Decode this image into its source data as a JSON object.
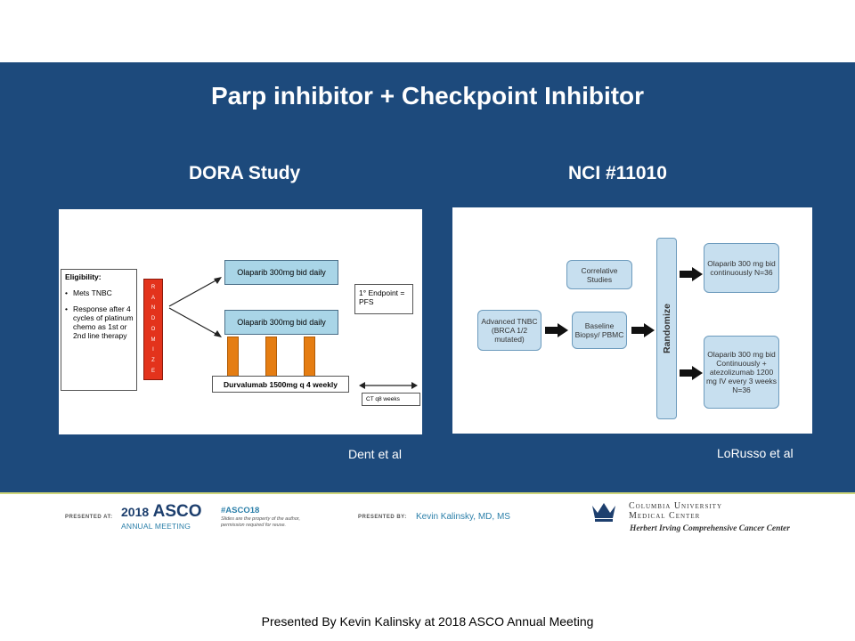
{
  "slide": {
    "title": "Parp inhibitor + Checkpoint Inhibitor",
    "left_heading": "DORA Study",
    "right_heading": "NCI #11010",
    "left_credit": "Dent et al",
    "right_credit": "LoRusso et al"
  },
  "dora": {
    "eligibility_title": "Eligibility:",
    "eligibility_items": [
      "Mets TNBC",
      "Response after 4 cycles of platinum chemo as 1st or 2nd line therapy"
    ],
    "randomize_letters": [
      "R",
      "A",
      "N",
      "D",
      "O",
      "M",
      "I",
      "Z",
      "E"
    ],
    "arm1": "Olaparib 300mg bid daily",
    "arm2": "Olaparib 300mg bid daily",
    "durvalumab": "Durvalumab 1500mg q 4 weekly",
    "endpoint": "1° Endpoint = PFS",
    "ct": "CT q8 weeks"
  },
  "nci": {
    "advanced": "Advanced TNBC (BRCA 1/2 mutated)",
    "baseline": "Baseline Biopsy/ PBMC",
    "correlative": "Correlative Studies",
    "randomize": "Randomize",
    "arm1": "Olaparib 300 mg bid continuously N=36",
    "arm2": "Olaparib 300 mg bid Continuously + atezolizumab 1200 mg IV every 3 weeks N=36"
  },
  "footer": {
    "presented_at": "PRESENTED AT:",
    "asco_year": "2018",
    "asco_name": "ASCO",
    "asco_sub": "ANNUAL MEETING",
    "hashtag": "#ASCO18",
    "hashtag_note": "Slides are the property of the author, permission required for reuse.",
    "presented_by": "PRESENTED BY:",
    "presenter": "Kevin Kalinsky, MD, MS",
    "cu_line1": "Columbia University",
    "cu_line2": "Medical Center",
    "cu_line3": "Herbert Irving Comprehensive Cancer Center",
    "caption": "Presented By Kevin Kalinsky at 2018 ASCO Annual Meeting"
  },
  "colors": {
    "slide_bg": "#1d4a7c",
    "randomize_red": "#e3331c",
    "durva_orange": "#e57d12",
    "arm_blue": "#a9d5e7"
  }
}
